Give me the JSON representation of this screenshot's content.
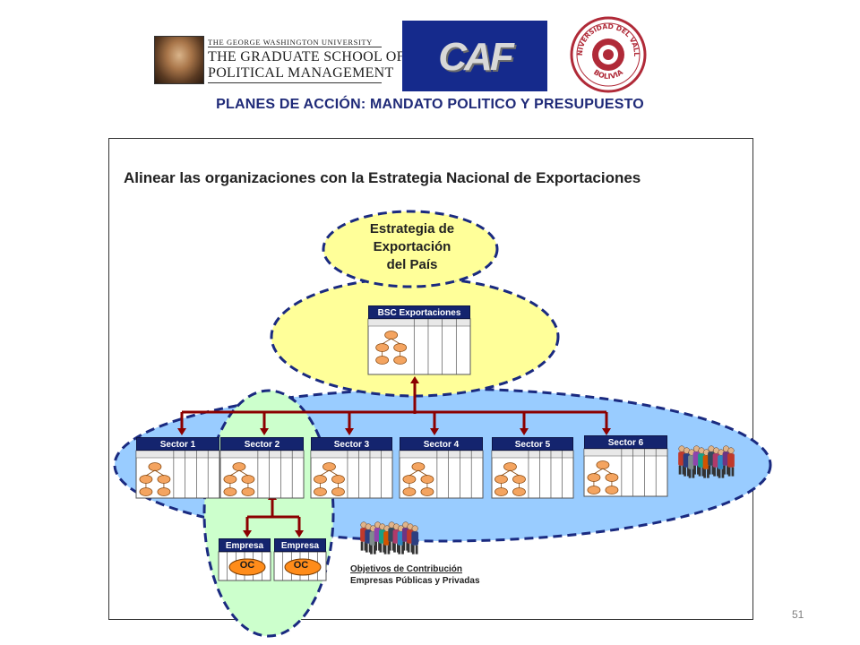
{
  "header": {
    "gwu_line1": "THE GEORGE WASHINGTON UNIVERSITY",
    "gwu_line2": "THE GRADUATE SCHOOL OF",
    "gwu_line3": "POLITICAL MANAGEMENT",
    "caf_text": "CAF",
    "univ_top": "UNIVERSIDAD DEL VALLE",
    "univ_bottom": "BOLIVIA"
  },
  "title": "PLANES DE ACCIÓN: MANDATO POLITICO Y PRESUPUESTO",
  "diagram": {
    "subtitle": "Alinear las organizaciones con la Estrategia Nacional de Exportaciones",
    "strategy_line1": "Estrategia de",
    "strategy_line2": "Exportación",
    "strategy_line3": "del País",
    "bsc_label": "BSC Exportaciones",
    "sectors": [
      "Sector 1",
      "Sector 2",
      "Sector 3",
      "Sector 4",
      "Sector 5",
      "Sector 6"
    ],
    "empresa_labels": [
      "Empresa",
      "Empresa"
    ],
    "oc_labels": [
      "OC",
      "OC"
    ],
    "legend_line1": "Objetivos de Contribución",
    "legend_line2": "Empresas Públicas y Privadas"
  },
  "colors": {
    "title": "#1f2a78",
    "header_bar": "#14246e",
    "yellow_ellipse": "#ffff99",
    "blue_ellipse": "#99ccff",
    "green_ellipse": "#ccffcc",
    "connector": "#8b0000",
    "node": "#f4a460"
  },
  "page_number": "51"
}
